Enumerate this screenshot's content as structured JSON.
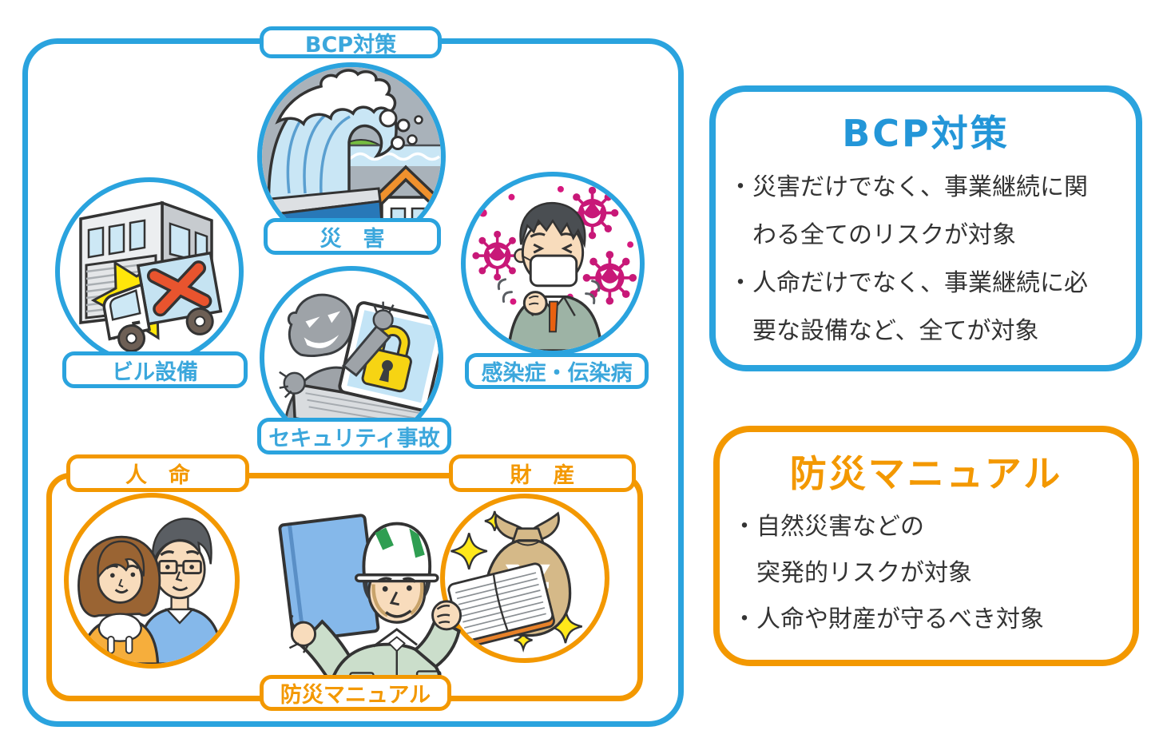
{
  "figure": {
    "bcp_frame_label": "BCP対策",
    "manual_frame_label": "防災マニュアル",
    "nodes": {
      "disaster": {
        "label": "災　害",
        "illustration": "tsunami-wave-and-house"
      },
      "building": {
        "label": "ビル設備",
        "illustration": "building-and-crashed-truck"
      },
      "security": {
        "label": "セキュリティ事故",
        "illustration": "hacker-and-locked-laptop"
      },
      "infection": {
        "label": "感染症・伝染病",
        "illustration": "masked-man-with-viruses"
      },
      "life": {
        "label": "人　命",
        "illustration": "couple"
      },
      "property": {
        "label": "財　産",
        "illustration": "money-bag-and-ledger",
        "currency_symbol": "¥"
      },
      "worker": {
        "illustration": "worker-holding-manual"
      }
    }
  },
  "panels": {
    "bcp": {
      "title": "BCP対策",
      "lines": [
        "・災害だけでなく、事業継続に関",
        "わる全てのリスクが対象",
        "・人命だけでなく、事業継続に必",
        "要な設備など、全てが対象"
      ]
    },
    "manual": {
      "title": "防災マニュアル",
      "lines": [
        "・自然災害などの",
        "突発的リスクが対象",
        "・人命や財産が守るべき対象"
      ]
    }
  },
  "colors": {
    "blue": "#2AA3DE",
    "label_blue": "#3BA7DC",
    "title_blue": "#2396D8",
    "orange": "#F39800",
    "virus_pink": "#C81878",
    "crash_yellow": "#FFE60A",
    "x_red": "#E8542E",
    "lock_yellow": "#F6D413",
    "body_text": "#333333",
    "background": "#FFFFFF"
  }
}
